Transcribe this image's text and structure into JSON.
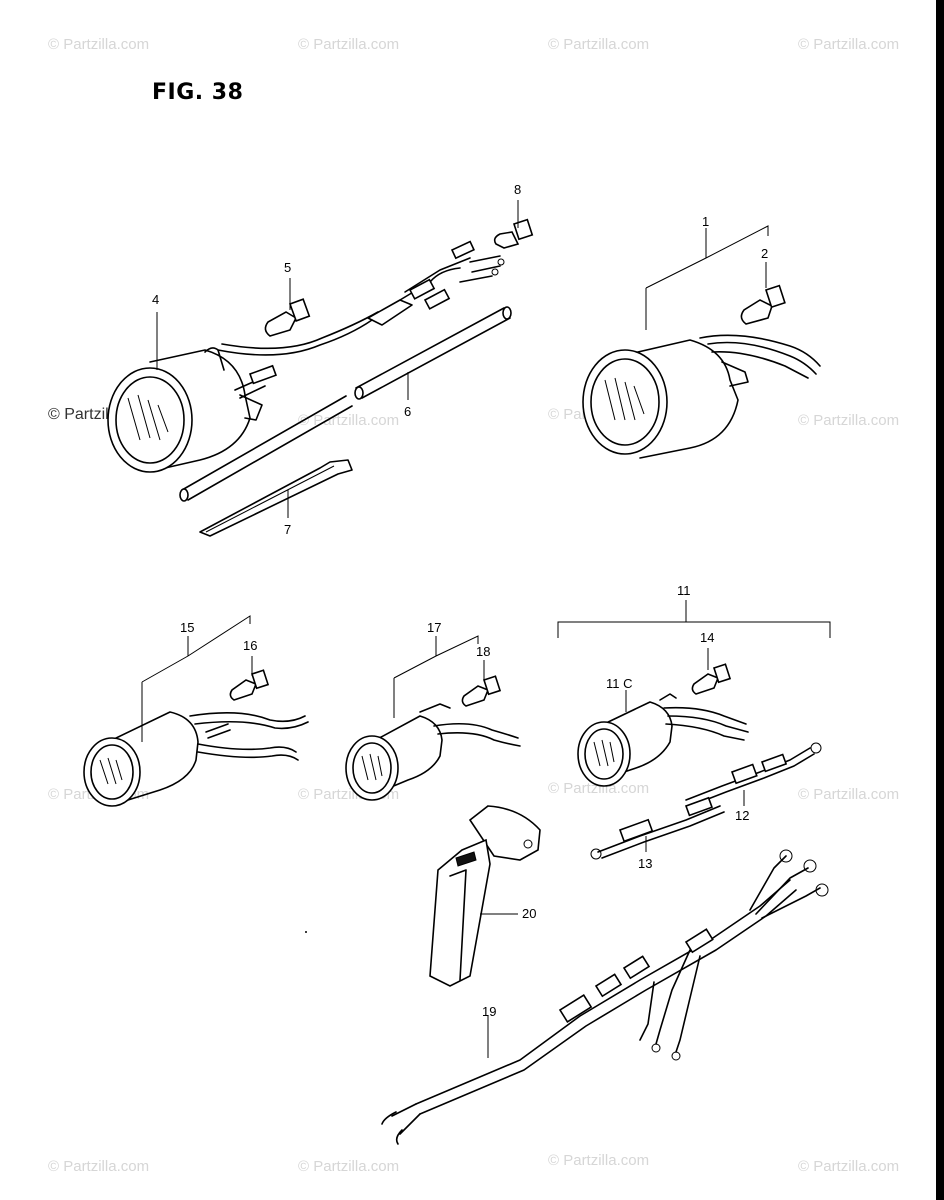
{
  "figure": {
    "title": "FIG. 38"
  },
  "watermark": {
    "text": "© Partzilla.com"
  },
  "callouts": {
    "c1": "1",
    "c2": "2",
    "c4": "4",
    "c5": "5",
    "c6": "6",
    "c7": "7",
    "c8": "8",
    "c11": "11",
    "c11c": "11 C",
    "c12": "12",
    "c13": "13",
    "c14": "14",
    "c15": "15",
    "c16": "16",
    "c17": "17",
    "c18": "18",
    "c19": "19",
    "c20": "20"
  }
}
